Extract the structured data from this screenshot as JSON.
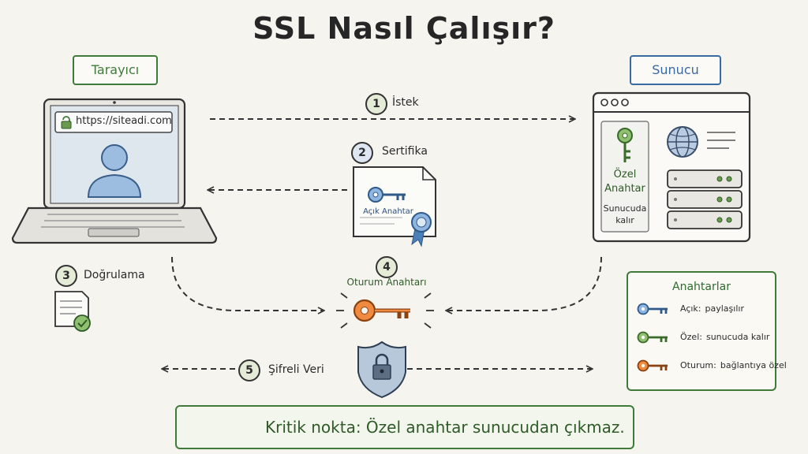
{
  "title": "SSL Nasıl Çalışır?",
  "client_label": "Tarayıcı",
  "server_label": "Sunucu",
  "browser_url": "https://siteadi.com",
  "steps": [
    {
      "num": "1",
      "label": "İstek"
    },
    {
      "num": "2",
      "label": "Sertifika"
    },
    {
      "num": "3",
      "label": "Doğrulama"
    },
    {
      "num": "4",
      "label": "Oturum Anahtarı"
    },
    {
      "num": "5",
      "label": "Şifreli Veri"
    }
  ],
  "certificate_label": "Açık Anahtar",
  "server_private_key": {
    "line1": "Özel",
    "line2": "Anahtar",
    "line3": "Sunucuda",
    "line4": "kalır"
  },
  "legend": {
    "title": "Anahtarlar",
    "items": [
      {
        "name": "Açık:",
        "desc": "paylaşılır",
        "color": "#4a7fb8"
      },
      {
        "name": "Özel:",
        "desc": "sunucuda kalır",
        "color": "#6a9a4e"
      },
      {
        "name": "Oturum:",
        "desc": "bağlantıya özel",
        "color": "#e07a30"
      }
    ]
  },
  "critical_note": "Kritik nokta: Özel anahtar sunucudan çıkmaz.",
  "colors": {
    "green": "#3f7a3a",
    "blue": "#3a6aa0",
    "orange": "#e07a30"
  }
}
